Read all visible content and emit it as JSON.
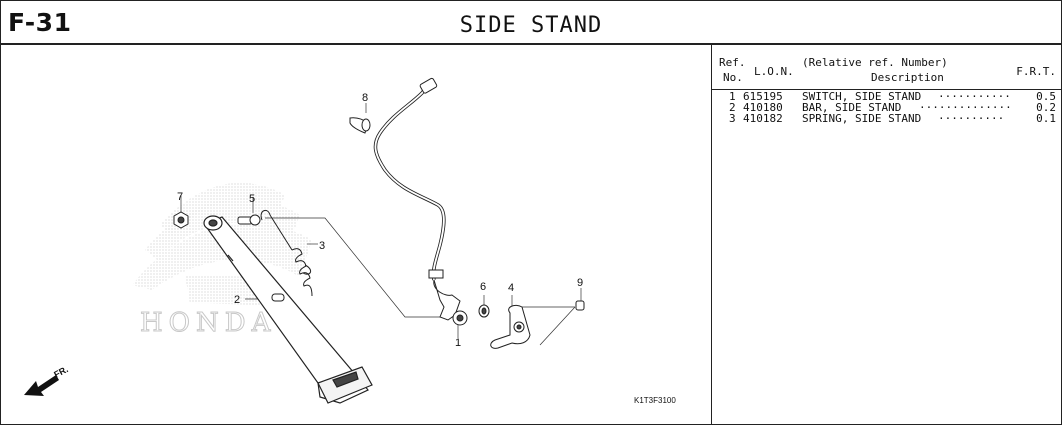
{
  "header": {
    "code": "F-31",
    "title": "SIDE STAND"
  },
  "diagram": {
    "illustration_id": "K1T3F3100",
    "callouts": [
      "1",
      "2",
      "3",
      "4",
      "5",
      "6",
      "7",
      "8",
      "9"
    ],
    "direction_label": "FR.",
    "brand_watermark": "HONDA"
  },
  "parts_table": {
    "headers": {
      "ref_line1": "Ref.",
      "ref_line2": "No.",
      "lon": "L.O.N.",
      "desc_line1": "(Relative ref. Number)",
      "desc_line2": "Description",
      "frt": "F.R.T."
    },
    "rows": [
      {
        "ref": "1",
        "lon": "615195",
        "desc": "SWITCH, SIDE STAND",
        "dots": "···········",
        "frt": "0.5"
      },
      {
        "ref": "2",
        "lon": "410180",
        "desc": "BAR, SIDE STAND",
        "dots": "··············",
        "frt": "0.2"
      },
      {
        "ref": "3",
        "lon": "410182",
        "desc": "SPRING, SIDE STAND",
        "dots": "··········",
        "frt": "0.1"
      }
    ]
  }
}
